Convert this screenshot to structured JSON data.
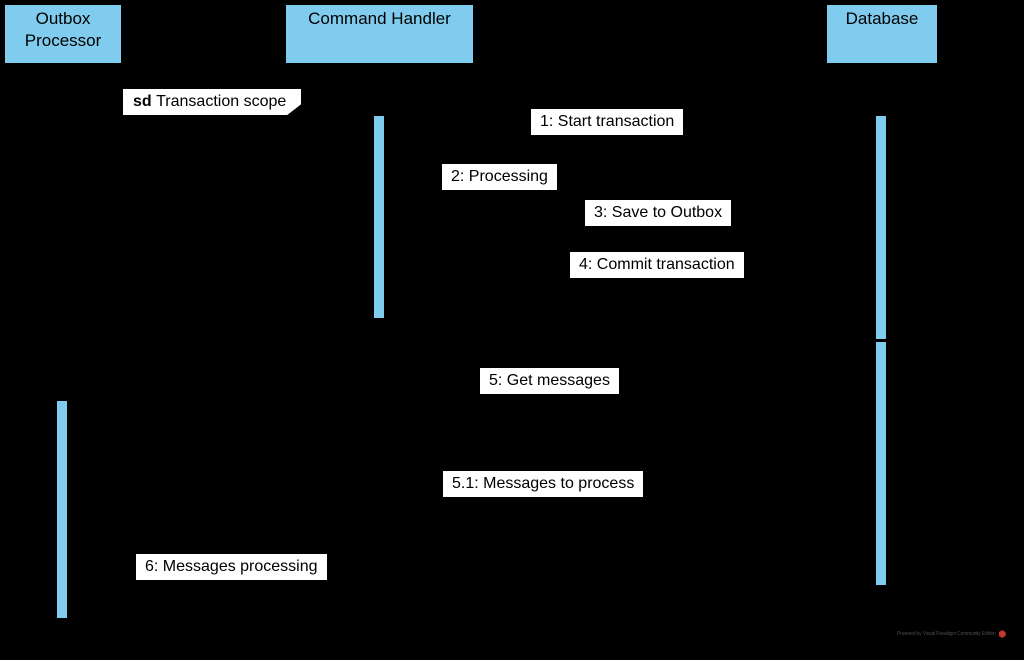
{
  "diagram": {
    "type": "uml-sequence-diagram",
    "background_color": "#000000",
    "participant_fill": "#7FCCEE",
    "label_fill": "#FFFFFF",
    "stroke_color": "#000000"
  },
  "participants": [
    {
      "id": "outbox-processor",
      "name": "Outbox\nProcessor"
    },
    {
      "id": "command-handler",
      "name": "Command Handler"
    },
    {
      "id": "database",
      "name": "Database"
    }
  ],
  "fragment": {
    "keyword": "sd",
    "name": "Transaction scope"
  },
  "messages": [
    {
      "seq": "1",
      "text": "1: Start transaction",
      "from": "command-handler",
      "to": "database",
      "style": "solid"
    },
    {
      "seq": "2",
      "text": "2: Processing",
      "from": "command-handler",
      "to": "command-handler",
      "style": "solid"
    },
    {
      "seq": "3",
      "text": "3: Save to Outbox",
      "from": "command-handler",
      "to": "database",
      "style": "solid"
    },
    {
      "seq": "4",
      "text": "4: Commit transaction",
      "from": "command-handler",
      "to": "database",
      "style": "solid"
    },
    {
      "seq": "5",
      "text": "5: Get messages",
      "from": "outbox-processor",
      "to": "database",
      "style": "solid"
    },
    {
      "seq": "5.1",
      "text": "5.1: Messages to process",
      "from": "database",
      "to": "outbox-processor",
      "style": "dashed"
    },
    {
      "seq": "6",
      "text": "6: Messages processing",
      "from": "outbox-processor",
      "to": "outbox-processor",
      "style": "solid"
    }
  ],
  "watermark": {
    "text": "Powered by Visual Paradigm Community Edition",
    "logo_color": "#c0392b"
  }
}
